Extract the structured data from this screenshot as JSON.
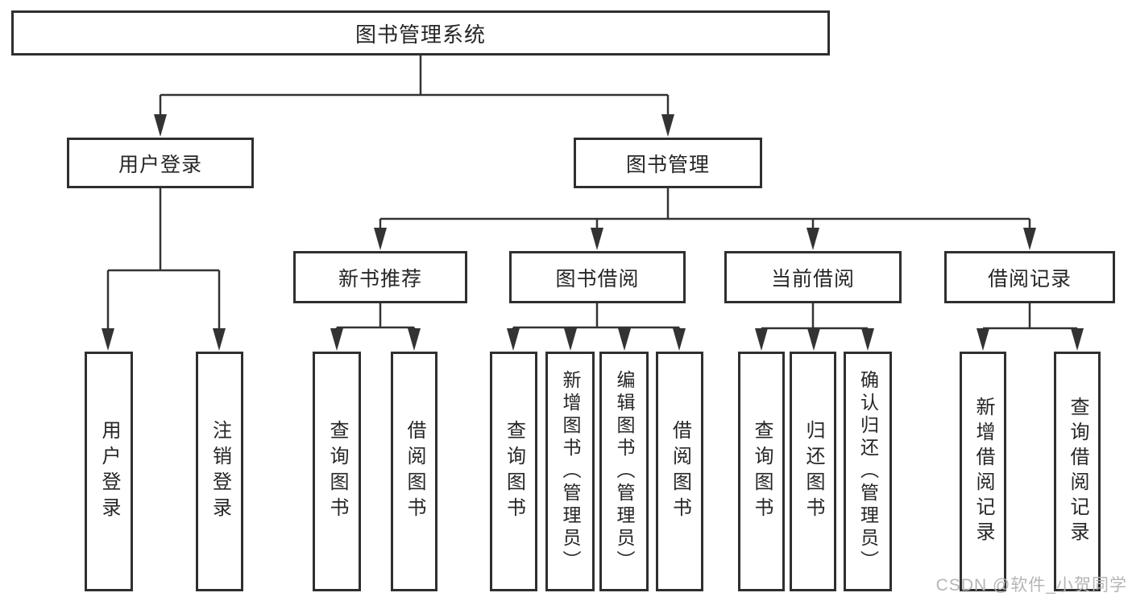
{
  "diagram": {
    "root": {
      "label": "图书管理系统"
    },
    "branches": [
      {
        "label": "用户登录",
        "leaves": [
          {
            "label": "用户登录"
          },
          {
            "label": "注销登录"
          }
        ]
      },
      {
        "label": "图书管理",
        "groups": [
          {
            "label": "新书推荐",
            "leaves": [
              {
                "label": "查询图书"
              },
              {
                "label": "借阅图书"
              }
            ]
          },
          {
            "label": "图书借阅",
            "leaves": [
              {
                "label": "查询图书"
              },
              {
                "label": "新增图书（管理员）"
              },
              {
                "label": "编辑图书（管理员）"
              },
              {
                "label": "借阅图书"
              }
            ]
          },
          {
            "label": "当前借阅",
            "leaves": [
              {
                "label": "查询图书"
              },
              {
                "label": "归还图书"
              },
              {
                "label": "确认归还（管理员）"
              }
            ]
          },
          {
            "label": "借阅记录",
            "leaves": [
              {
                "label": "新增借阅记录"
              },
              {
                "label": "查询借阅记录"
              }
            ]
          }
        ]
      }
    ]
  },
  "watermark": {
    "text": "CSDN @软件_小贺同学"
  },
  "colors": {
    "line": "#333333",
    "box_border": "#2f2f2f",
    "box_fill": "#ffffff",
    "text": "#262626",
    "watermark": "#b5b5b5",
    "background": "#ffffff"
  }
}
